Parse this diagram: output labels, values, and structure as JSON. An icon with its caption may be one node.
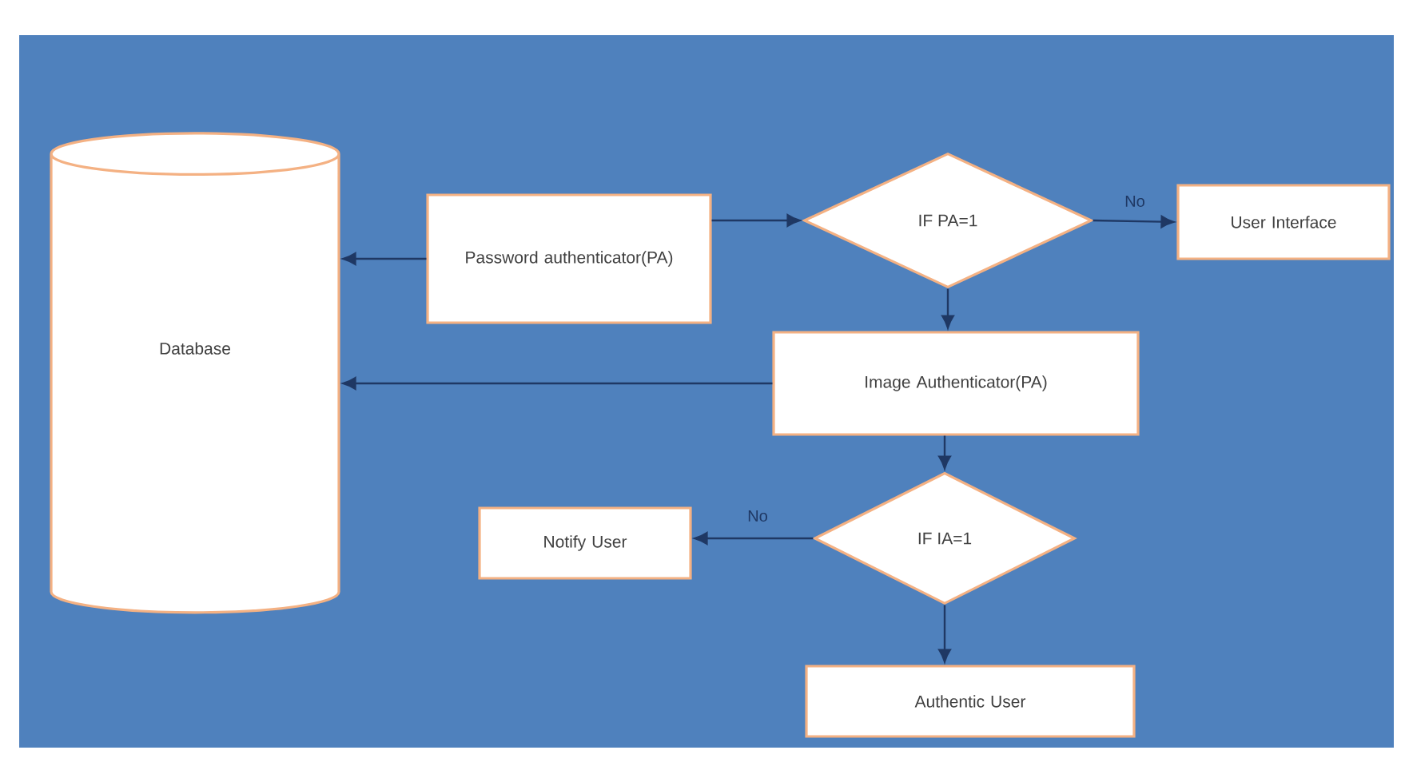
{
  "diagram": {
    "nodes": [
      {
        "text": [
          "Database"
        ]
      },
      {
        "text": [
          "Password authenticator(PA)"
        ]
      },
      {
        "text": [
          "IF PA=1"
        ]
      },
      {
        "text": [
          "User Interface"
        ]
      },
      {
        "text": [
          "Image Authenticator(PA)"
        ]
      },
      {
        "text": [
          "IF IA=1"
        ]
      },
      {
        "text": [
          "Notify User"
        ]
      },
      {
        "text": [
          "Authentic User"
        ]
      }
    ],
    "edges": [
      {
        "from": 1,
        "to": 0,
        "arrow": "to"
      },
      {
        "from": 1,
        "to": 2,
        "arrow": "to"
      },
      {
        "from": 2,
        "to": 3,
        "arrow": "to",
        "label": "No"
      },
      {
        "from": 2,
        "to": 4,
        "arrow": "to"
      },
      {
        "from": 4,
        "to": 0,
        "arrow": "to"
      },
      {
        "from": 4,
        "to": 5,
        "arrow": "to"
      },
      {
        "from": 5,
        "to": 6,
        "arrow": "to",
        "label": "No"
      },
      {
        "from": 5,
        "to": 7,
        "arrow": "to"
      }
    ]
  }
}
